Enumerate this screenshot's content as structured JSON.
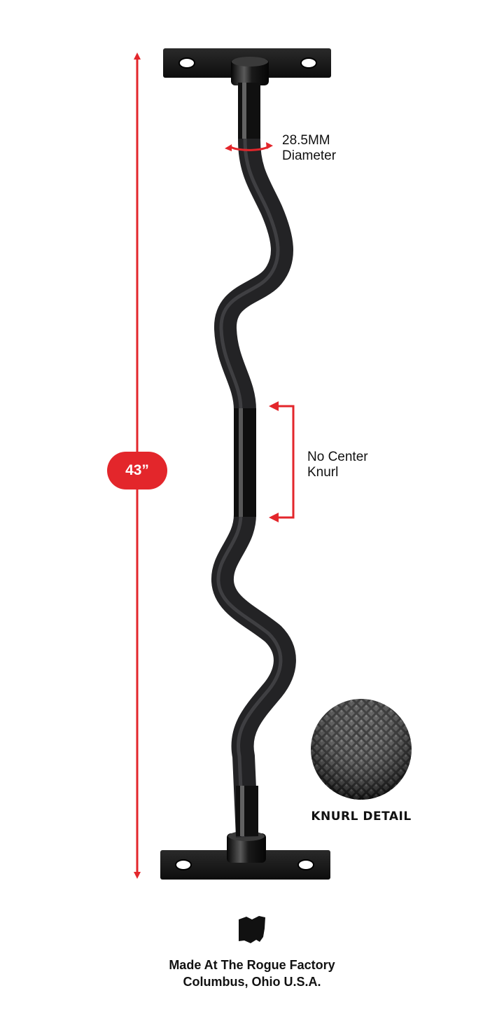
{
  "annotations": {
    "diameter": [
      "28.5MM",
      "Diameter"
    ],
    "center": [
      "No Center",
      "Knurl"
    ],
    "length": "43”",
    "knurl_detail": "KNURL DETAIL"
  },
  "footer": {
    "line1": "Made At The Rogue Factory",
    "line2": "Columbus, Ohio U.S.A."
  },
  "icons": {
    "state_outline": "ohio-state-icon"
  },
  "colors": {
    "accent_red": "#e3262b",
    "bar_black": "#1c1c1e",
    "plate_black": "#111111"
  }
}
